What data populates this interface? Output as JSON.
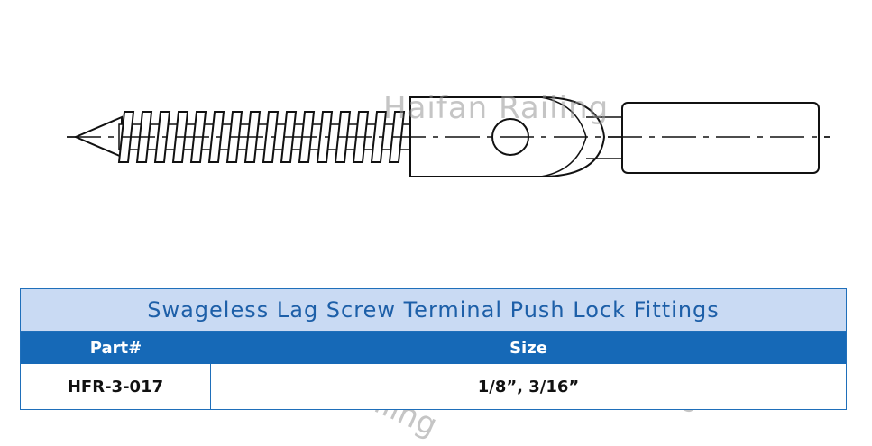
{
  "watermark": "Haifan Railing",
  "table": {
    "title": "Swageless Lag Screw Terminal Push Lock Fittings",
    "headers": [
      "Part#",
      "Size"
    ],
    "rows": [
      [
        "HFR-3-017",
        "1/8”,  3/16”"
      ]
    ]
  },
  "colors": {
    "title_bg": "#c9daf3",
    "header_bg": "#1669b7",
    "border": "#1f6fba",
    "title_text": "#1d5fa8"
  }
}
